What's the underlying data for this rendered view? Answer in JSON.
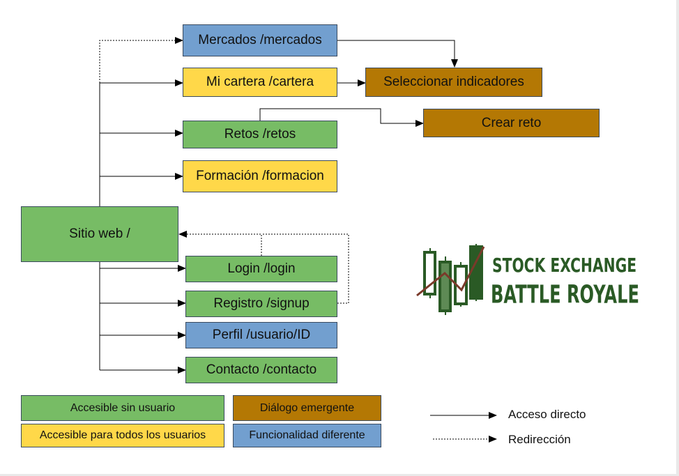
{
  "colors": {
    "green": "#77bc65",
    "yellow": "#ffd849",
    "blue": "#729fcf",
    "brown": "#b47804",
    "logo_green": "#2a5a25",
    "logo_red": "#7a3a2a"
  },
  "nodes": {
    "root": {
      "label": "Sitio web /"
    },
    "mercados": {
      "label": "Mercados /mercados"
    },
    "cartera": {
      "label": "Mi cartera /cartera"
    },
    "retos": {
      "label": "Retos /retos"
    },
    "formacion": {
      "label": "Formación /formacion"
    },
    "login": {
      "label": "Login /login"
    },
    "signup": {
      "label": "Registro /signup"
    },
    "perfil": {
      "label": "Perfil /usuario/ID"
    },
    "contacto": {
      "label": "Contacto /contacto"
    },
    "indicadores": {
      "label": "Seleccionar indicadores"
    },
    "crear_reto": {
      "label": "Crear reto"
    }
  },
  "legend": {
    "accesible_sin_usuario": "Accesible sin usuario",
    "accesible_todos": "Accesible para todos los usuarios",
    "dialogo": "Diálogo emergente",
    "funcionalidad": "Funcionalidad diferente",
    "acceso_directo": "Acceso directo",
    "redireccion": "Redirección"
  },
  "logo": {
    "line1": "STOCK EXCHANGE",
    "line2": "BATTLE ROYALE"
  }
}
